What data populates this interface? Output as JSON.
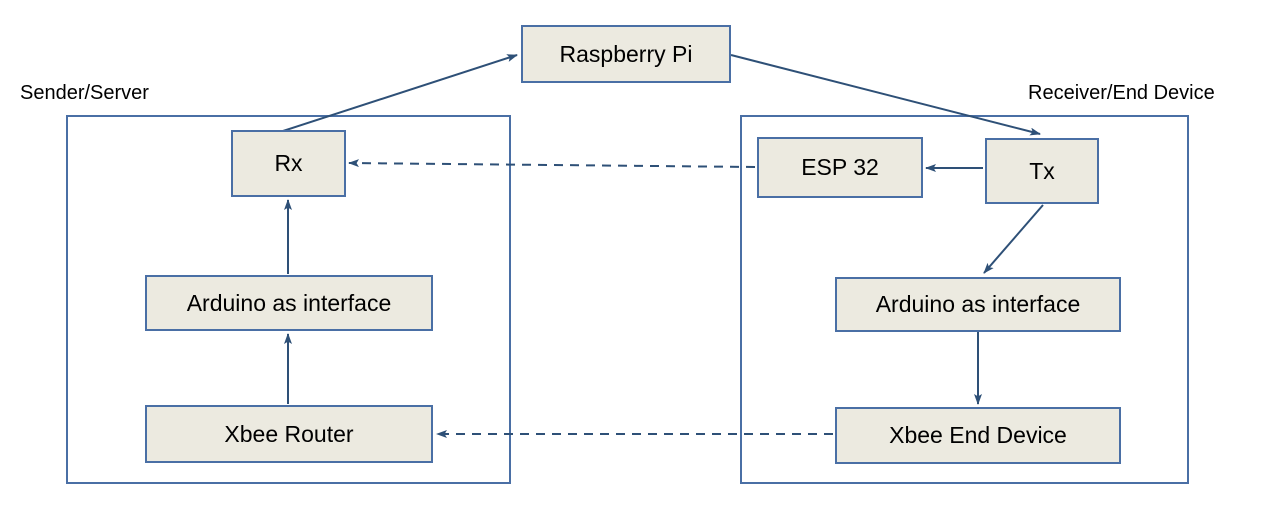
{
  "diagram": {
    "title_present": false,
    "colors": {
      "node_fill": "#ECEAE0",
      "node_stroke": "#4A6FA5",
      "edge_stroke": "#2E5077",
      "container_stroke": "#4A6FA5",
      "text": "#000000",
      "background": "#FFFFFF"
    },
    "groups": [
      {
        "id": "sender",
        "label": "Sender/Server"
      },
      {
        "id": "receiver",
        "label": "Receiver/End Device"
      }
    ],
    "nodes": [
      {
        "id": "raspberry_pi",
        "label": "Raspberry Pi"
      },
      {
        "id": "rx",
        "label": "Rx"
      },
      {
        "id": "arduino_left",
        "label": "Arduino as interface"
      },
      {
        "id": "xbee_router",
        "label": "Xbee Router"
      },
      {
        "id": "esp32",
        "label": "ESP 32"
      },
      {
        "id": "tx",
        "label": "Tx"
      },
      {
        "id": "arduino_right",
        "label": "Arduino as interface"
      },
      {
        "id": "xbee_end_device",
        "label": "Xbee End Device"
      }
    ],
    "edges": [
      {
        "from": "rx",
        "to": "raspberry_pi",
        "style": "solid",
        "arrow": "end"
      },
      {
        "from": "raspberry_pi",
        "to": "tx",
        "style": "solid",
        "arrow": "end"
      },
      {
        "from": "esp32",
        "to": "rx",
        "style": "dashed",
        "arrow": "end"
      },
      {
        "from": "tx",
        "to": "esp32",
        "style": "solid",
        "arrow": "end"
      },
      {
        "from": "tx",
        "to": "arduino_right",
        "style": "solid",
        "arrow": "end"
      },
      {
        "from": "arduino_right",
        "to": "xbee_end_device",
        "style": "solid",
        "arrow": "end"
      },
      {
        "from": "xbee_end_device",
        "to": "xbee_router",
        "style": "dashed",
        "arrow": "end"
      },
      {
        "from": "xbee_router",
        "to": "arduino_left",
        "style": "solid",
        "arrow": "end"
      },
      {
        "from": "arduino_left",
        "to": "rx",
        "style": "solid",
        "arrow": "end"
      }
    ]
  }
}
